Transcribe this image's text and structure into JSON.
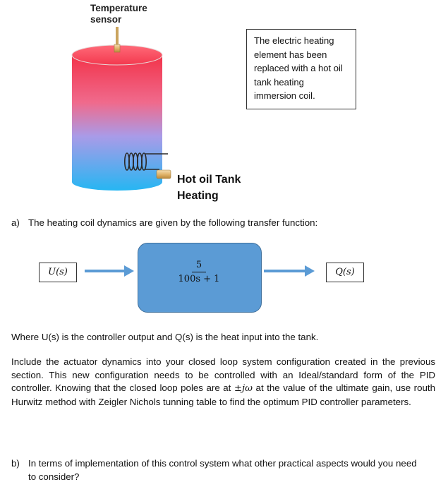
{
  "figure": {
    "sensor_label_line1": "Temperature",
    "sensor_label_line2": "sensor",
    "info_box_lines": [
      "The electric heating",
      "element has been",
      "replaced with a hot oil",
      "tank heating",
      "immersion coil."
    ],
    "tank_label_line1": "Hot oil Tank",
    "tank_label_line2": "Heating"
  },
  "question_a": {
    "label": "a)",
    "text": "The heating coil dynamics are given by the following transfer function:"
  },
  "block_diagram": {
    "input": "U(s)",
    "output": "Q(s)",
    "tf_numerator": "5",
    "tf_denominator": "100s + 1",
    "colors": {
      "block": "#5b9bd5",
      "arrow": "#5b9bd5"
    }
  },
  "para1": "Where U(s) is the controller output and Q(s) is the heat input into the tank.",
  "para2_part1": "Include the actuator dynamics into your closed loop system configuration created in the previous section. This new configuration needs to be controlled with an Ideal/standard form of the PID controller. Knowing that the closed loop poles are at ",
  "para2_pm_jw": "±jω",
  "para2_part2": " at the value of the ultimate gain, use routh Hurwitz method with Zeigler Nichols tunning table to find the optimum PID controller parameters.",
  "question_b": {
    "label": "b)",
    "text_line1": "In terms of implementation of this control system what other practical aspects would you need",
    "text_line2": "to consider?"
  }
}
